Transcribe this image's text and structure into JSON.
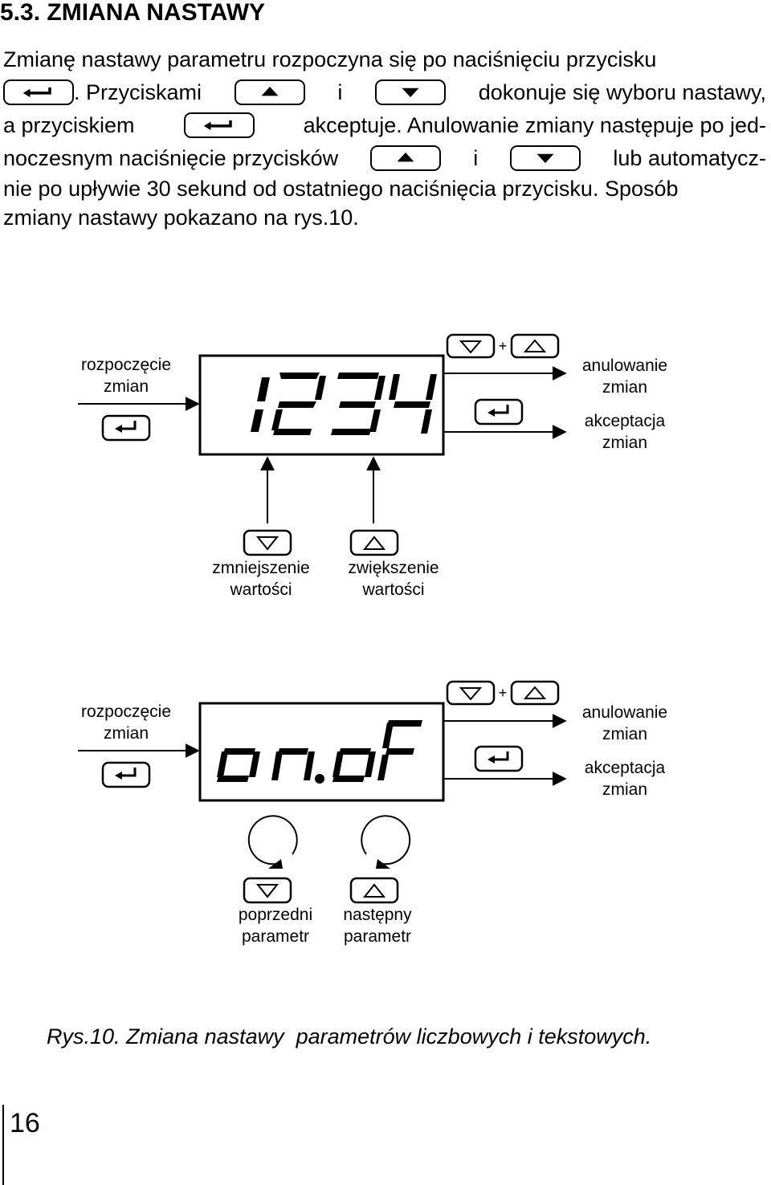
{
  "section": {
    "heading": "5.3. ZMIANA NASTAWY"
  },
  "paragraph": {
    "l1": "Zmianę nastawy parametru rozpoczyna się po naciśnięciu przycisku",
    "l2a": ". Przyciskami",
    "l2b": "i",
    "l2c": "dokonuje się wyboru nastawy,",
    "l3a": "a przyciskiem",
    "l3b": "akceptuje. Anulowanie zmiany następuje po jed-",
    "l4a": "noczesnym naciśnięcie przycisków",
    "l4b": "i",
    "l4c": "lub automatycz-",
    "l5": "nie po upływie 30 sekund od ostatniego naciśnięcia przycisku. Sposób",
    "l6": "zmiany nastawy pokazano na rys.10."
  },
  "diagram1": {
    "start": "rozpoczęcie\nzmian",
    "display": "1234",
    "plus": "+",
    "cancel": "anulowanie\nzmian",
    "accept": "akceptacja\nzmian",
    "decrease": "zmniejszenie\nwartości",
    "increase": "zwiększenie\nwartości"
  },
  "diagram2": {
    "start": "rozpoczęcie\nzmian",
    "display": "on.oF",
    "plus": "+",
    "cancel": "anulowanie\nzmian",
    "accept": "akceptacja\nzmian",
    "previous": "poprzedni\nparametr",
    "next": "następny\nparametr"
  },
  "caption": "Rys.10. Zmiana nastawy  parametrów liczbowych i tekstowych.",
  "page_number": "16",
  "icons": {
    "enter": "enter-key-icon",
    "up_filled": "up-arrow-key-icon",
    "down_filled": "down-arrow-key-icon",
    "up_outline": "up-triangle-key-icon",
    "down_outline": "down-triangle-key-icon",
    "rotate": "rotation-arrow-icon"
  }
}
